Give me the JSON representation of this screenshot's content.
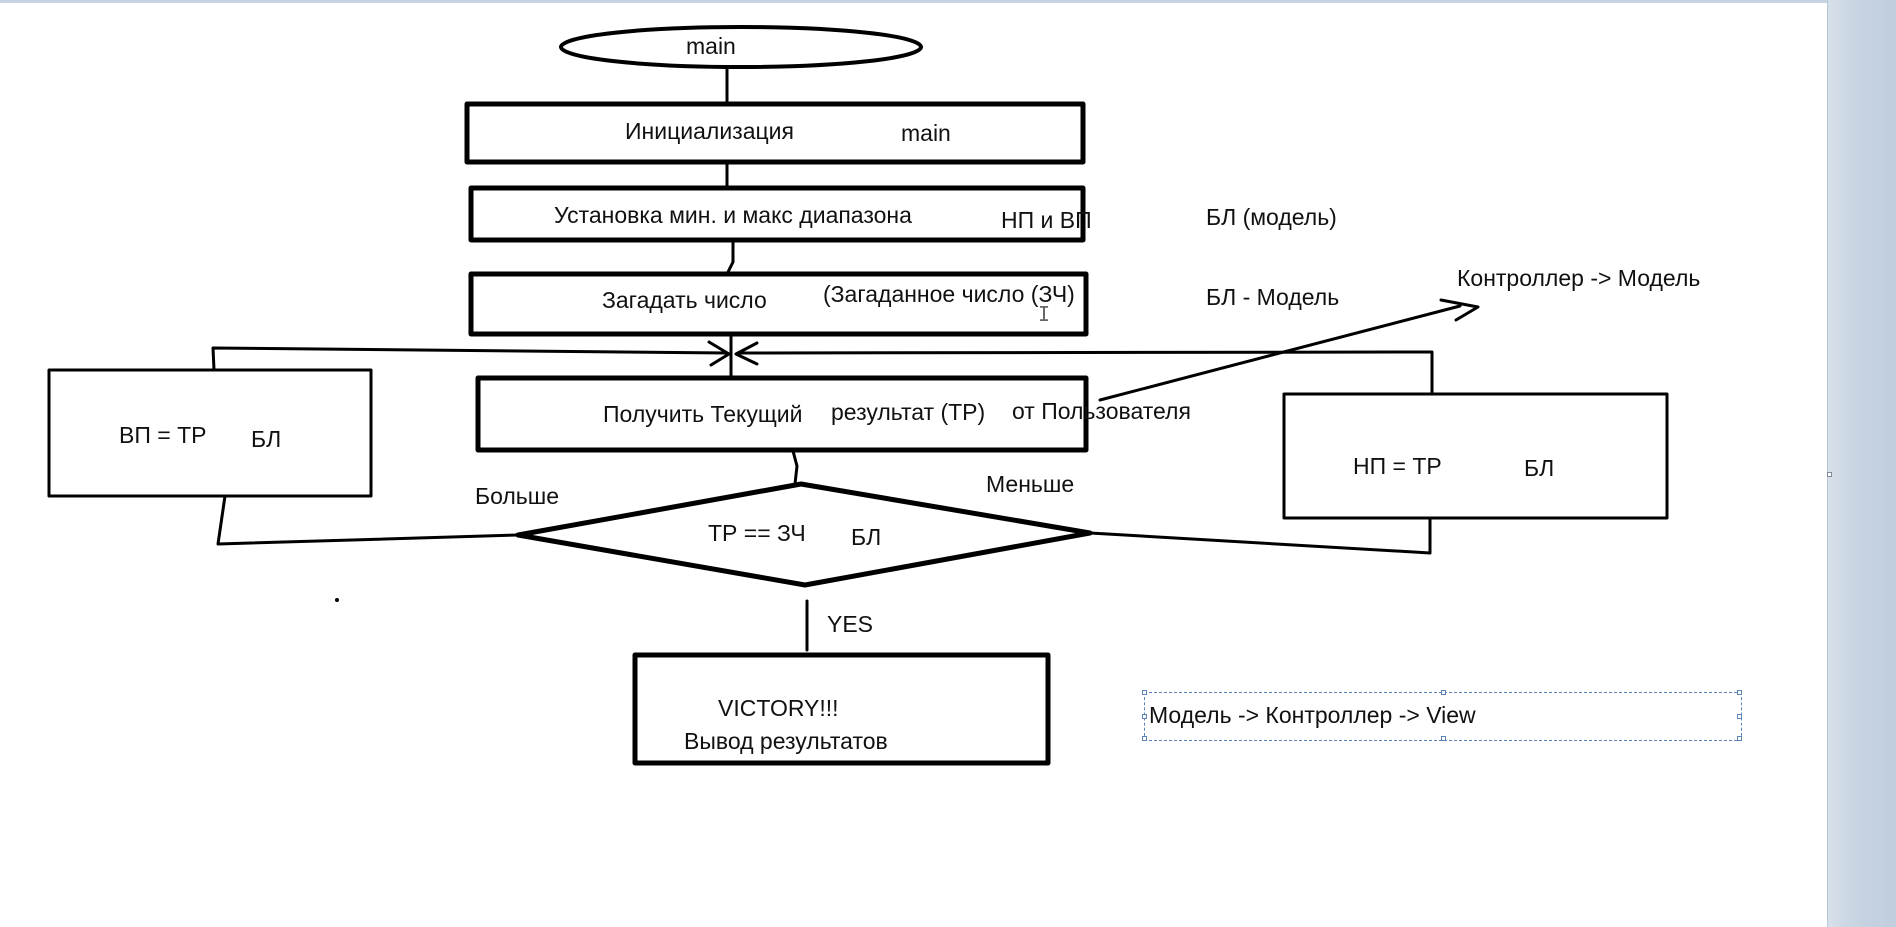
{
  "flowchart": {
    "start": "main",
    "init": {
      "label": "Инициализация",
      "note": "main"
    },
    "range": {
      "label": "Установка мин. и макс диапазона",
      "note": "НП и ВП",
      "side_note": "БЛ (модель)"
    },
    "guess": {
      "label": "Загадать число",
      "note": "(Загаданное число (ЗЧ)",
      "side_note": "БЛ - Модель"
    },
    "get": {
      "label_1": "Получить Текущий",
      "label_2": "результат (ТР)",
      "note": "от Пользователя"
    },
    "controller_note": "Контроллер -> Модель",
    "left_box": {
      "label": "ВП = ТР",
      "note": "БЛ"
    },
    "right_box": {
      "label": "НП = ТР",
      "note": "БЛ"
    },
    "decision": {
      "label": "ТР == ЗЧ",
      "note": "БЛ",
      "left_branch": "Больше",
      "right_branch": "Меньше",
      "yes_branch": "YES"
    },
    "victory": {
      "line_1": "VICTORY!!!",
      "line_2": "Вывод результатов"
    },
    "textbox": "Модель -> Контроллер -> View"
  },
  "colors": {
    "stroke": "#000000",
    "selection": "#5b84b8",
    "side_pane": "#c8d4e2"
  }
}
